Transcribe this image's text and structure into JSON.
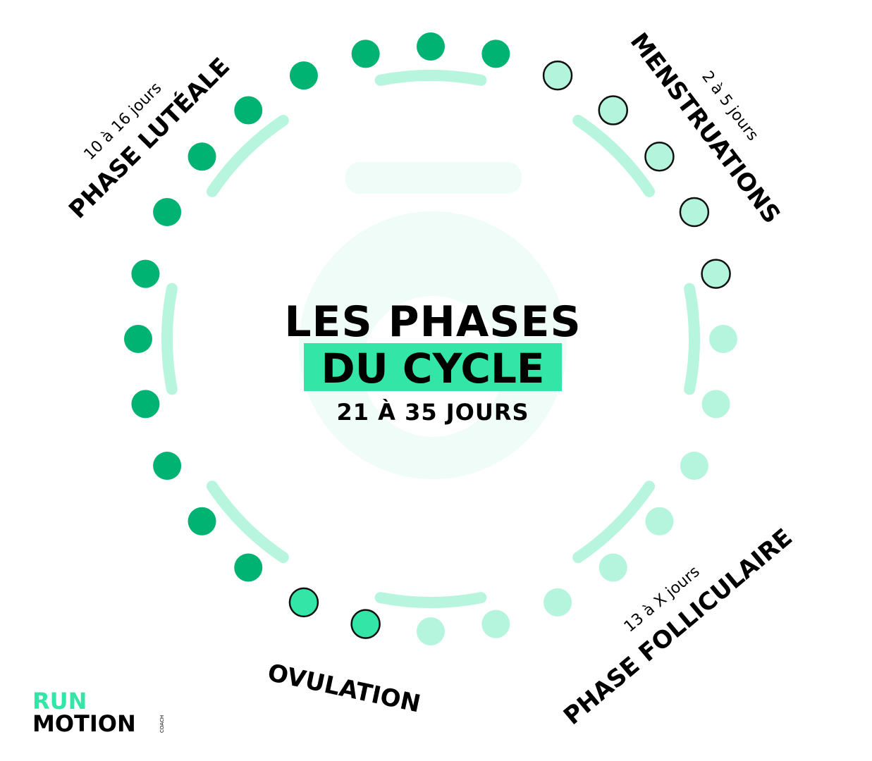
{
  "title": {
    "line1": "LES PHASES",
    "line2": "DU CYCLE",
    "duration": "21 À 35 JOURS"
  },
  "phases": {
    "luteale": {
      "name": "PHASE LUTÉALE",
      "duration": "10 à 16 jours"
    },
    "menstruations": {
      "name": "MENSTRUATIONS",
      "duration": "2 à 5 jours"
    },
    "folliculaire": {
      "name": "PHASE FOLLICULAIRE",
      "duration": "13 à X jours"
    },
    "ovulation": {
      "name": "OVULATION"
    }
  },
  "dots": {
    "total_days": 28,
    "sequence_clockwise_from_top": [
      "luteale",
      "luteale",
      "menstruations",
      "menstruations",
      "menstruations",
      "menstruations",
      "menstruations",
      "folliculaire",
      "folliculaire",
      "folliculaire",
      "folliculaire",
      "folliculaire",
      "folliculaire",
      "folliculaire",
      "folliculaire",
      "ovulation",
      "ovulation",
      "luteale",
      "luteale",
      "luteale",
      "luteale",
      "luteale",
      "luteale",
      "luteale",
      "luteale",
      "luteale",
      "luteale",
      "luteale"
    ]
  },
  "colors": {
    "luteale": "#00b373",
    "menstruations": "#b3f5dc",
    "folliculaire": "#b5f5dd",
    "ovulation": "#33e6a8",
    "ring": "#b8f5de",
    "accent": "#33e6a8",
    "watermark": "#effcf7"
  },
  "logo": {
    "line1": "RUN",
    "line2": "MOTION",
    "sub": "COACH"
  }
}
